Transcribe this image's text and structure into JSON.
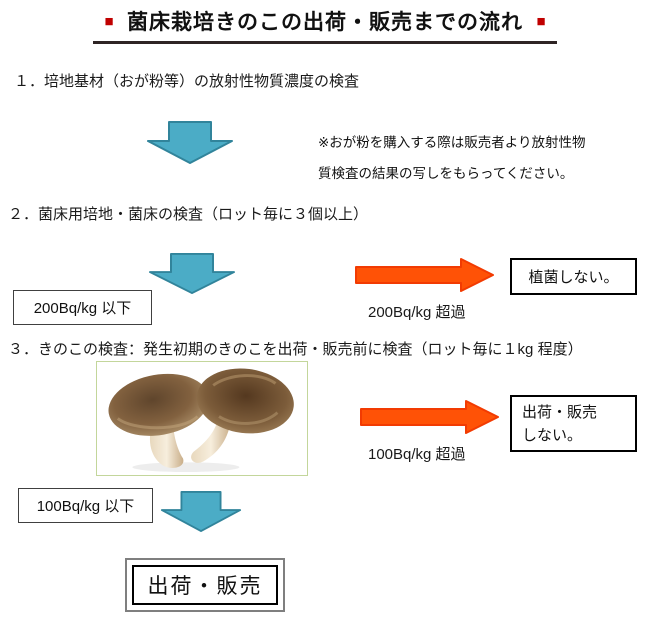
{
  "title": {
    "square": "■",
    "text": "菌床栽培きのこの出荷・販売までの流れ"
  },
  "step1": {
    "heading": "１．培地基材（おが粉等）の放射性物質濃度の検査",
    "note_line1": "※おが粉を購入する際は販売者より放射性物",
    "note_line2": "質検査の結果の写しをもらってください。"
  },
  "step2": {
    "heading": "２．菌床用培地・菌床の検査（ロット毎に３個以上）",
    "pass_label": "200Bq/kg 以下",
    "exceed_label": "200Bq/kg 超過",
    "exceed_action": "植菌しない。"
  },
  "step3": {
    "heading": "３．きのこの検査：発生初期のきのこを出荷・販売前に検査（ロット毎に１kg 程度）",
    "pass_label": "100Bq/kg 以下",
    "exceed_label": "100Bq/kg 超過",
    "exceed_action_line1": "出荷・販売",
    "exceed_action_line2": "しない。"
  },
  "final": {
    "label": "出荷・販売"
  },
  "icons": {
    "down_arrow": "blue-down-arrow",
    "right_arrow": "orange-right-arrow",
    "photo": "shiitake-mushrooms-photo"
  },
  "colors": {
    "accent_red": "#C00000",
    "title_underline": "#2E2424",
    "arrow_blue_fill": "#4BACC6",
    "arrow_blue_stroke": "#31849B",
    "arrow_orange_fill": "#FF5206",
    "arrow_orange_stroke": "#F23B02",
    "photo_border_green": "#C3D69B"
  }
}
